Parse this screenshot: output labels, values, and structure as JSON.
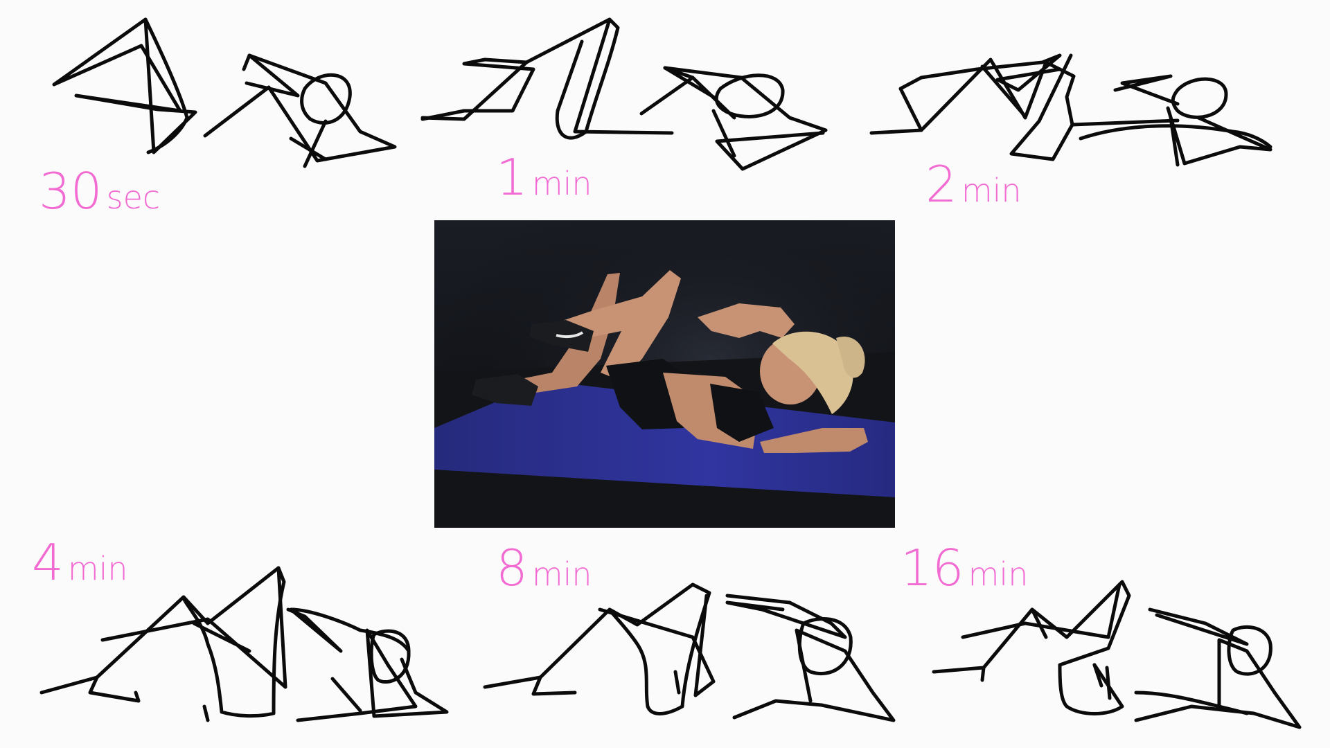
{
  "colors": {
    "background": "#fbfbfb",
    "ink": "#0b0b0b",
    "label": "#f26bd2",
    "photo_backdrop": "#0f1115",
    "photo_mat": "#2b2f8f",
    "photo_floor": "#111214",
    "skin": "#c89275",
    "hair": "#d9c194",
    "shoe": "#1b1c20",
    "clothing": "#101114"
  },
  "labels": [
    {
      "id": "t30s",
      "number": "30",
      "unit": "sec"
    },
    {
      "id": "t1m",
      "number": "1",
      "unit": "min"
    },
    {
      "id": "t2m",
      "number": "2",
      "unit": "min"
    },
    {
      "id": "t4m",
      "number": "4",
      "unit": "min"
    },
    {
      "id": "t8m",
      "number": "8",
      "unit": "min"
    },
    {
      "id": "t16m",
      "number": "16",
      "unit": "min"
    }
  ],
  "photo": {
    "subject": "woman doing bicycle crunches on a blue exercise mat",
    "icon": "photo-image"
  }
}
